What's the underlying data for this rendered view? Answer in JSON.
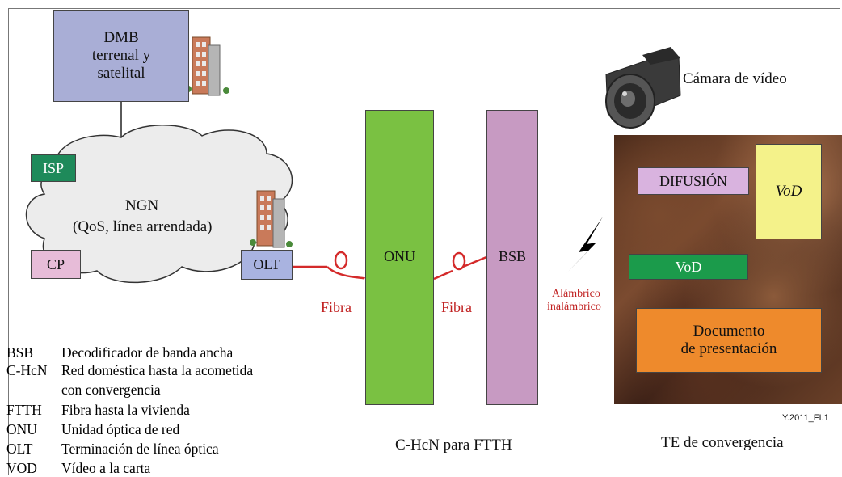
{
  "dmb": {
    "line1": "DMB",
    "line2": "terrenal y",
    "line3": "satelital"
  },
  "cloud": {
    "title": "NGN",
    "subtitle": "(QoS, línea arrendada)"
  },
  "isp": "ISP",
  "cp": "CP",
  "olt": "OLT",
  "onu": "ONU",
  "bsb": "BSB",
  "fiber1": "Fibra",
  "fiber2": "Fibra",
  "wireless": {
    "line1": "Alámbrico",
    "line2": "inalámbrico"
  },
  "camera_label": "Cámara de vídeo",
  "te": {
    "difusion": "DIFUSIÓN",
    "vod_yellow": "VoD",
    "vod_green": "VoD",
    "doc_line1": "Documento",
    "doc_line2": "de presentación"
  },
  "figure_id": "Y.2011_FI.1",
  "captions": {
    "center": "C-HcN para FTTH",
    "right": "TE de convergencia"
  },
  "legend": [
    {
      "abbr": "BSB",
      "text": "Decodificador de banda ancha"
    },
    {
      "abbr": "C-HcN",
      "text": "Red doméstica hasta la acometida"
    },
    {
      "abbr": "",
      "text": "con convergencia"
    },
    {
      "abbr": "FTTH",
      "text": "Fibra hasta la vivienda"
    },
    {
      "abbr": "ONU",
      "text": "Unidad óptica de red"
    },
    {
      "abbr": "OLT",
      "text": "Terminación de línea óptica"
    },
    {
      "abbr": "VOD",
      "text": "Vídeo a la carta"
    }
  ],
  "colors": {
    "dmb": "#a9aed6",
    "isp": "#1e8a5a",
    "cp": "#e7bcd8",
    "olt": "#a9b3e0",
    "onu": "#7ac142",
    "bsb": "#c79ac2",
    "fiber": "#d42a2a",
    "difusion": "#d9b3df",
    "vod_yellow": "#f4f28a",
    "vod_green": "#1b9b4b",
    "document": "#ee8a2c"
  }
}
